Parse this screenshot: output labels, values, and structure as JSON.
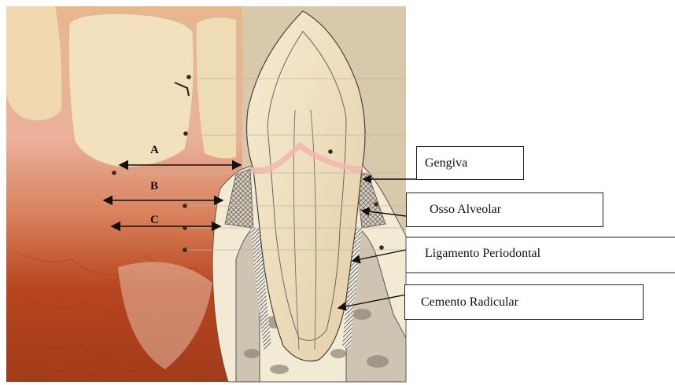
{
  "labels": {
    "gingiva": "Gengiva",
    "alveolar_bone": "Osso Alveolar",
    "periodontal_ligament": "Ligamento Periodontal",
    "root_cementum": "Cemento Radicular"
  },
  "measurements": {
    "a": "A",
    "b": "B",
    "c": "C"
  },
  "colors": {
    "gum_pink": "#e8a890",
    "gum_red": "#b8401c",
    "tooth_enamel": "#f2ead0",
    "background_beige": "#d6c7a8",
    "bone": "#c9bfae",
    "ink": "#111111"
  }
}
